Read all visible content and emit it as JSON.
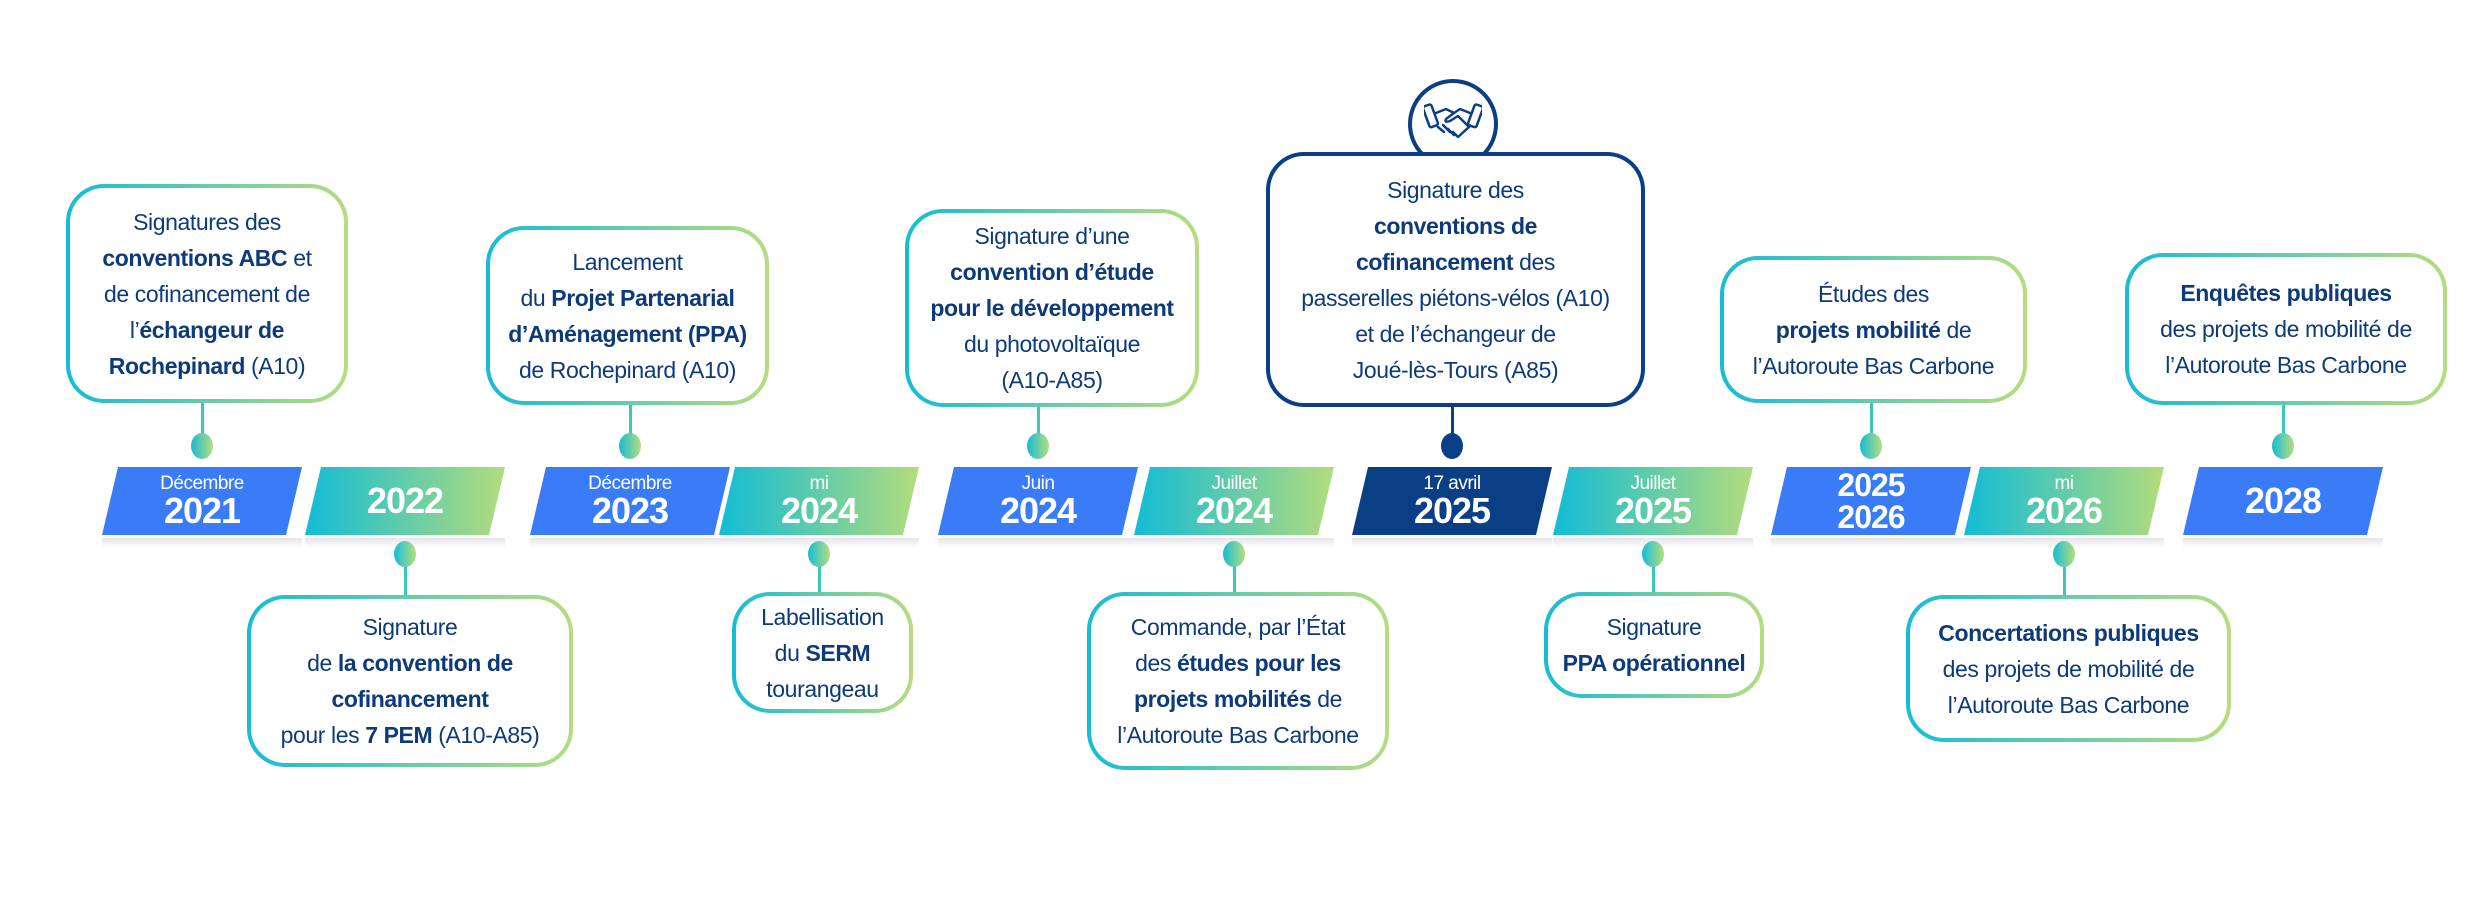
{
  "colors": {
    "blue": "#3a7cf8",
    "navy": "#0a3f86",
    "teal": "#16bcd6",
    "green": "#b6dd7e",
    "text": "#0d3a7a"
  },
  "banners": [
    {
      "label": "Décembre",
      "year": "2021",
      "style": "blue"
    },
    {
      "label": "",
      "year": "2022",
      "style": "grad"
    },
    {
      "label": "Décembre",
      "year": "2023",
      "style": "blue"
    },
    {
      "label": "mi",
      "year": "2024",
      "style": "grad"
    },
    {
      "label": "Juin",
      "year": "2024",
      "style": "blue"
    },
    {
      "label": "Juillet",
      "year": "2024",
      "style": "grad"
    },
    {
      "label": "17 avril",
      "year": "2025",
      "style": "navy"
    },
    {
      "label": "Juillet",
      "year": "2025",
      "style": "grad"
    },
    {
      "label": "2025",
      "year": "2026",
      "style": "blue",
      "stacked": true
    },
    {
      "label": "mi",
      "year": "2026",
      "style": "grad"
    },
    {
      "label": "",
      "year": "2028",
      "style": "blue"
    }
  ],
  "events": [
    {
      "banner": 0,
      "position": "top",
      "lines": [
        [
          {
            "t": "Signatures des"
          }
        ],
        [
          {
            "t": "conventions ABC",
            "b": true
          },
          {
            "t": " et"
          }
        ],
        [
          {
            "t": "de cofinancement de"
          }
        ],
        [
          {
            "t": "l’"
          },
          {
            "t": "échangeur de",
            "b": true
          }
        ],
        [
          {
            "t": "Rochepinard",
            "b": true
          },
          {
            "t": " (A10)"
          }
        ]
      ]
    },
    {
      "banner": 1,
      "position": "bottom",
      "lines": [
        [
          {
            "t": "Signature"
          }
        ],
        [
          {
            "t": "de "
          },
          {
            "t": "la convention de",
            "b": true
          }
        ],
        [
          {
            "t": "cofinancement",
            "b": true
          }
        ],
        [
          {
            "t": "pour les "
          },
          {
            "t": "7 PEM",
            "b": true
          },
          {
            "t": " (A10-A85)"
          }
        ]
      ]
    },
    {
      "banner": 2,
      "position": "top",
      "lines": [
        [
          {
            "t": "Lancement"
          }
        ],
        [
          {
            "t": "du "
          },
          {
            "t": "Projet Partenarial",
            "b": true
          }
        ],
        [
          {
            "t": "d’Aménagement (PPA)",
            "b": true
          }
        ],
        [
          {
            "t": "de Rochepinard (A10)"
          }
        ]
      ]
    },
    {
      "banner": 3,
      "position": "bottom",
      "lines": [
        [
          {
            "t": "Labellisation"
          }
        ],
        [
          {
            "t": "du "
          },
          {
            "t": "SERM",
            "b": true
          }
        ],
        [
          {
            "t": "tourangeau"
          }
        ]
      ]
    },
    {
      "banner": 4,
      "position": "top",
      "lines": [
        [
          {
            "t": "Signature d’une"
          }
        ],
        [
          {
            "t": "convention d’étude",
            "b": true
          }
        ],
        [
          {
            "t": "pour le développement",
            "b": true
          }
        ],
        [
          {
            "t": "du photovoltaïque"
          }
        ],
        [
          {
            "t": "(A10-A85)"
          }
        ]
      ]
    },
    {
      "banner": 5,
      "position": "bottom",
      "lines": [
        [
          {
            "t": "Commande, par l’État"
          }
        ],
        [
          {
            "t": "des "
          },
          {
            "t": "études pour les",
            "b": true
          }
        ],
        [
          {
            "t": "projets mobilités",
            "b": true
          },
          {
            "t": " de"
          }
        ],
        [
          {
            "t": "l’Autoroute Bas Carbone"
          }
        ]
      ]
    },
    {
      "banner": 6,
      "position": "top",
      "dark": true,
      "icon": "handshake-icon",
      "lines": [
        [
          {
            "t": "Signature des"
          }
        ],
        [
          {
            "t": "conventions de",
            "b": true
          }
        ],
        [
          {
            "t": "cofinancement",
            "b": true
          },
          {
            "t": " des"
          }
        ],
        [
          {
            "t": "passerelles piétons-vélos (A10)"
          }
        ],
        [
          {
            "t": "et de l’échangeur de"
          }
        ],
        [
          {
            "t": "Joué-lès-Tours (A85)"
          }
        ]
      ]
    },
    {
      "banner": 7,
      "position": "bottom",
      "lines": [
        [
          {
            "t": "Signature"
          }
        ],
        [
          {
            "t": "PPA opérationnel",
            "b": true
          }
        ]
      ]
    },
    {
      "banner": 8,
      "position": "top",
      "lines": [
        [
          {
            "t": "Études des"
          }
        ],
        [
          {
            "t": "projets mobilité",
            "b": true
          },
          {
            "t": " de"
          }
        ],
        [
          {
            "t": "l’Autoroute Bas Carbone"
          }
        ]
      ]
    },
    {
      "banner": 9,
      "position": "bottom",
      "lines": [
        [
          {
            "t": "Concertations publiques",
            "b": true
          }
        ],
        [
          {
            "t": "des projets de mobilité de"
          }
        ],
        [
          {
            "t": "l’Autoroute Bas Carbone"
          }
        ]
      ]
    },
    {
      "banner": 10,
      "position": "top",
      "lines": [
        [
          {
            "t": "Enquêtes publiques",
            "b": true
          }
        ],
        [
          {
            "t": "des projets de mobilité de"
          }
        ],
        [
          {
            "t": "l’Autoroute Bas Carbone"
          }
        ]
      ]
    }
  ]
}
